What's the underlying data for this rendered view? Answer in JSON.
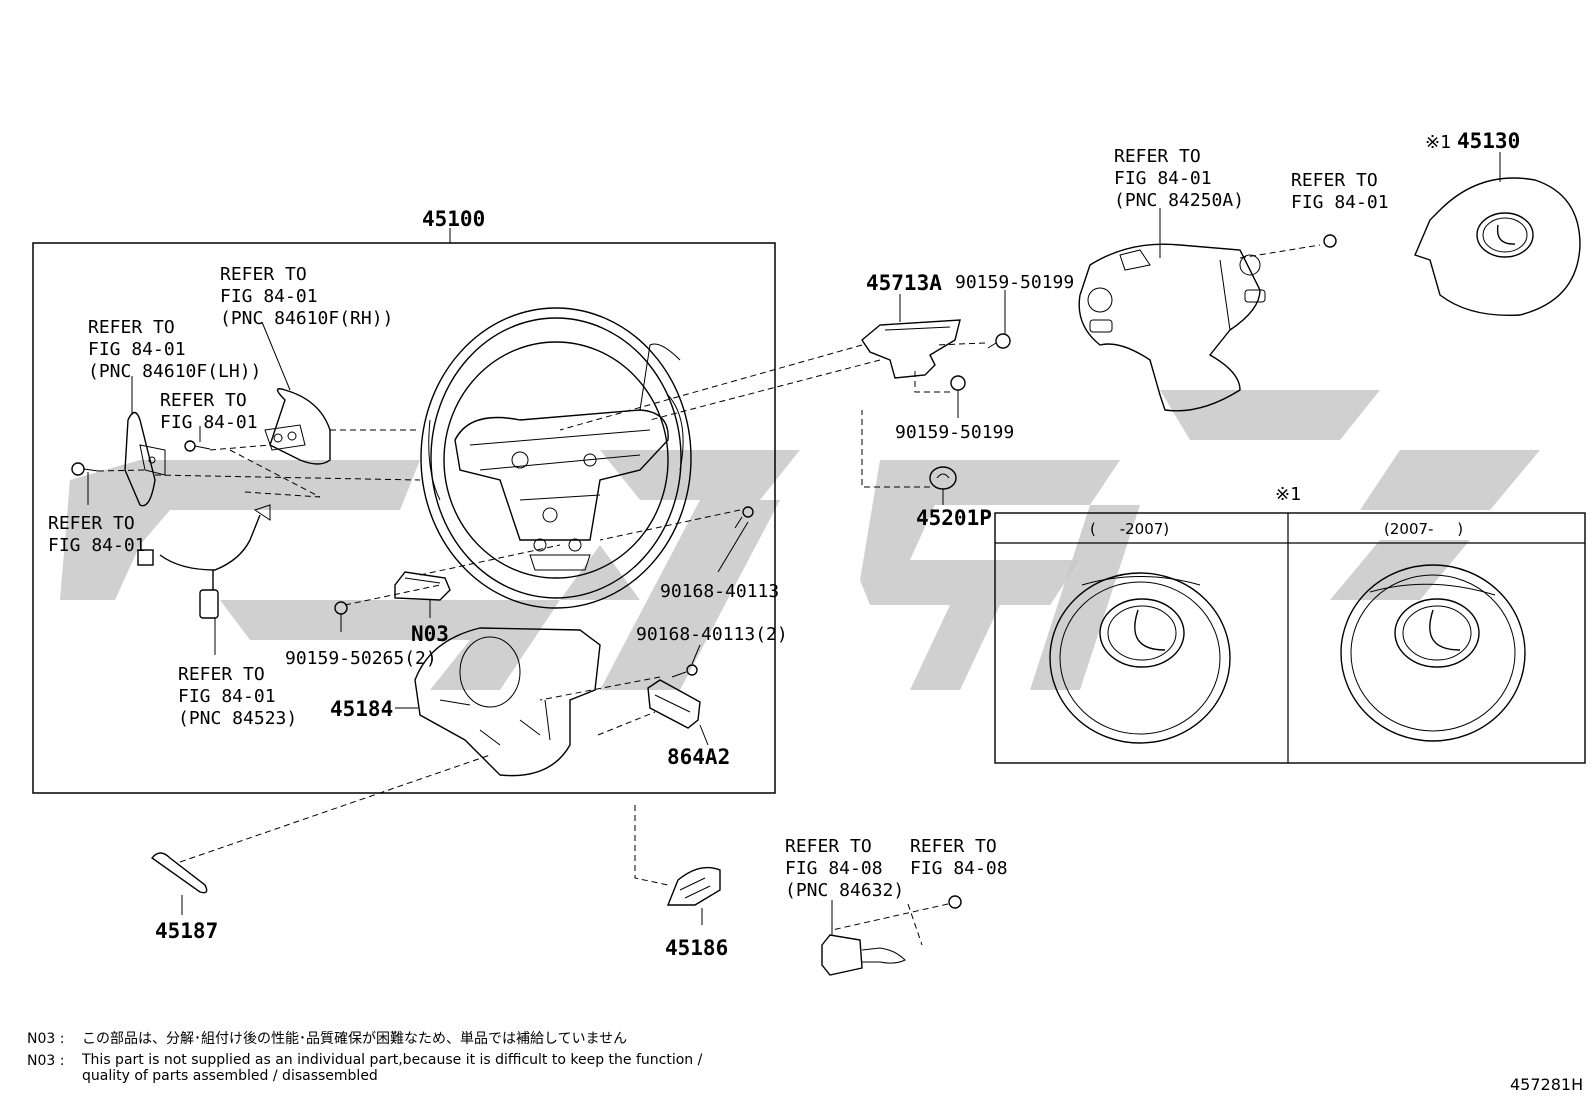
{
  "callouts": {
    "c45100": "45100",
    "c45130": "45130",
    "c45130_mark": "※1",
    "c45713A": "45713A",
    "c90159_50199_top": "90159-50199",
    "c90159_50199_bot": "90159-50199",
    "c45201P": "45201P",
    "c90168_40113": "90168-40113",
    "cN03": "N03",
    "c90159_50265": "90159-50265(2)",
    "c90168_40113_2": "90168-40113(2)",
    "c45184": "45184",
    "c864A2": "864A2",
    "c45187": "45187",
    "c45186": "45186"
  },
  "refers": {
    "rh": [
      "REFER TO",
      "FIG 84-01",
      "(PNC 84610F(RH))"
    ],
    "lh": [
      "REFER TO",
      "FIG 84-01",
      "(PNC 84610F(LH))"
    ],
    "bolt_mid": [
      "REFER TO",
      "FIG 84-01"
    ],
    "bolt_left": [
      "REFER TO",
      "FIG 84-01"
    ],
    "harness": [
      "REFER TO",
      "FIG 84-01",
      "(PNC 84523)"
    ],
    "switch": [
      "REFER TO",
      "FIG 84-01",
      "(PNC 84250A)"
    ],
    "switch_bolt": [
      "REFER TO",
      "FIG 84-01"
    ],
    "pnc84632": [
      "REFER TO",
      "FIG 84-08",
      "(PNC 84632)"
    ],
    "fig8408": [
      "REFER TO",
      "FIG 84-08"
    ]
  },
  "inset": {
    "mark": "※1",
    "left_header": "(     -2007)",
    "right_header": "(2007-     )"
  },
  "notes": {
    "jp_code": "N03 :",
    "jp_text": "この部品は、分解･組付け後の性能･品質確保が困難なため、単品では補給していません",
    "en_code": "N03 :",
    "en_line1": "This part is not supplied as an individual part,because it is difficult to keep the function /",
    "en_line2": "quality of parts assembled / disassembled"
  },
  "figure_id": "457281H"
}
